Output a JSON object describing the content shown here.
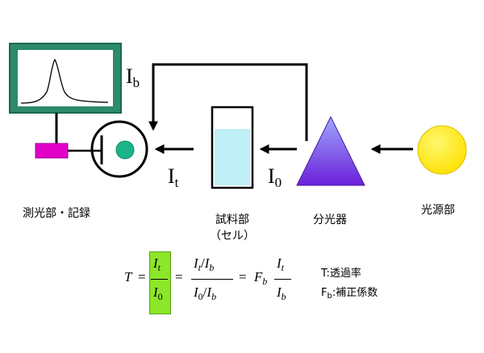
{
  "labels": {
    "detector": "測光部・記録",
    "sample_line1": "試料部",
    "sample_line2": "（セル）",
    "spectro": "分光器",
    "source": "光源部"
  },
  "symbols": {
    "I": "I",
    "b": "b",
    "t": "t",
    "zero": "0"
  },
  "equation": {
    "T": "T",
    "eq": "=",
    "slash": "/",
    "F": "F"
  },
  "notes": {
    "t_label": "T:透過率",
    "fb_F": "F",
    "fb_sub": "b",
    "fb_text": ":補正係数"
  },
  "colors": {
    "monitor_frame": "#2d8a6a",
    "recorder_pink": "#e000c8",
    "detector_dot": "#1db389",
    "cell_liquid": "#bfeef6",
    "prism_top": "#9d9dff",
    "prism_bottom": "#6a1fd8",
    "source_yellow": "#ffee22",
    "formula_highlight": "#8ce62a"
  }
}
